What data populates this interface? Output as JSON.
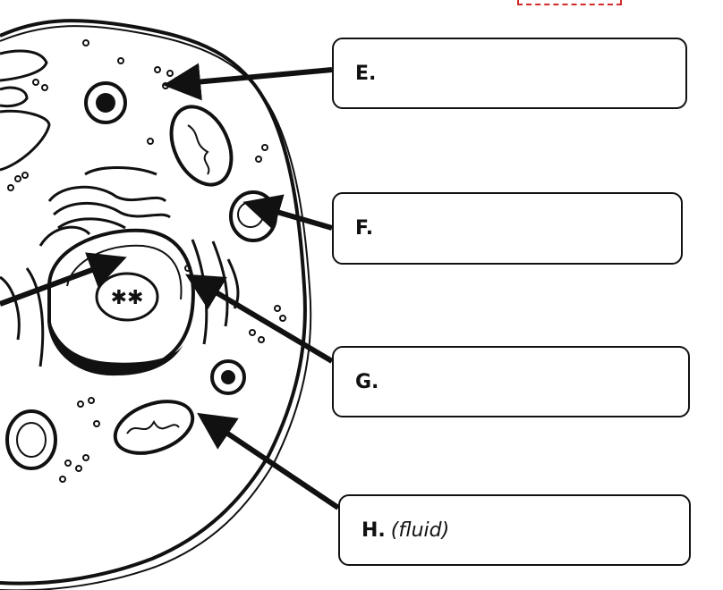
{
  "labels": {
    "e": {
      "text": "E."
    },
    "f": {
      "text": "F."
    },
    "g": {
      "text": "G."
    },
    "h": {
      "text": "H.",
      "hint": "(fluid)"
    }
  },
  "colors": {
    "ink": "#111111",
    "marker": "#d12a2a",
    "background": "#ffffff"
  }
}
